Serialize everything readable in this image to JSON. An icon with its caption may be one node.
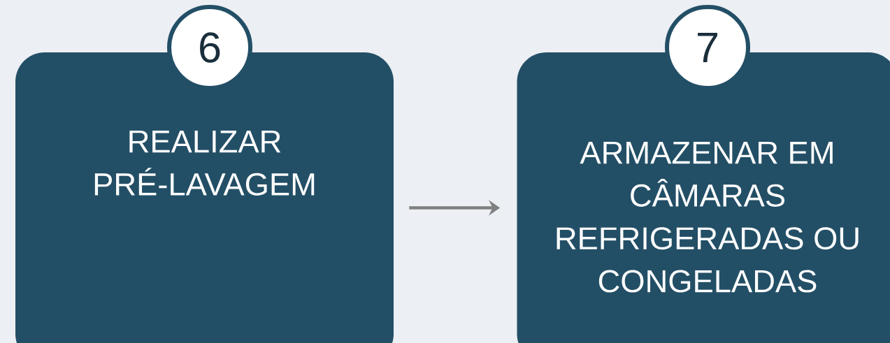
{
  "diagram": {
    "nodes": [
      {
        "text": [
          "6"
        ]
      },
      {
        "text": [
          "REALIZAR PRÉ-LAVAGEM"
        ]
      },
      {
        "text": [
          "7"
        ]
      },
      {
        "text": [
          "ARMAZENAR EM CÂMARAS REFRIGERADAS OU CONGELADAS"
        ]
      }
    ],
    "edges": [
      {
        "from": 1,
        "to": 3,
        "arrow": "to"
      }
    ]
  }
}
